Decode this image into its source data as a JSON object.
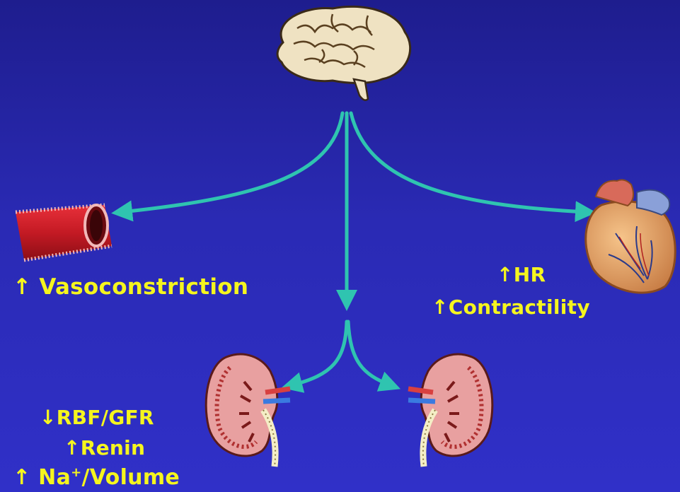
{
  "labels": {
    "vasoconstriction": "↑ Vasoconstriction",
    "hr": "↑HR",
    "contractility": "↑Contractility",
    "rbf_gfr": "↓RBF/GFR",
    "renin": "↑Renin",
    "na_volume_prefix": "↑ Na",
    "na_volume_sup": "+",
    "na_volume_suffix": "/Volume"
  },
  "icons": [
    "brain-icon",
    "blood-vessel-icon",
    "heart-icon",
    "kidney-icon"
  ],
  "colors": {
    "background": "#2a2ab4",
    "arrow": "#2fc4b0",
    "text": "#f5f51e"
  }
}
